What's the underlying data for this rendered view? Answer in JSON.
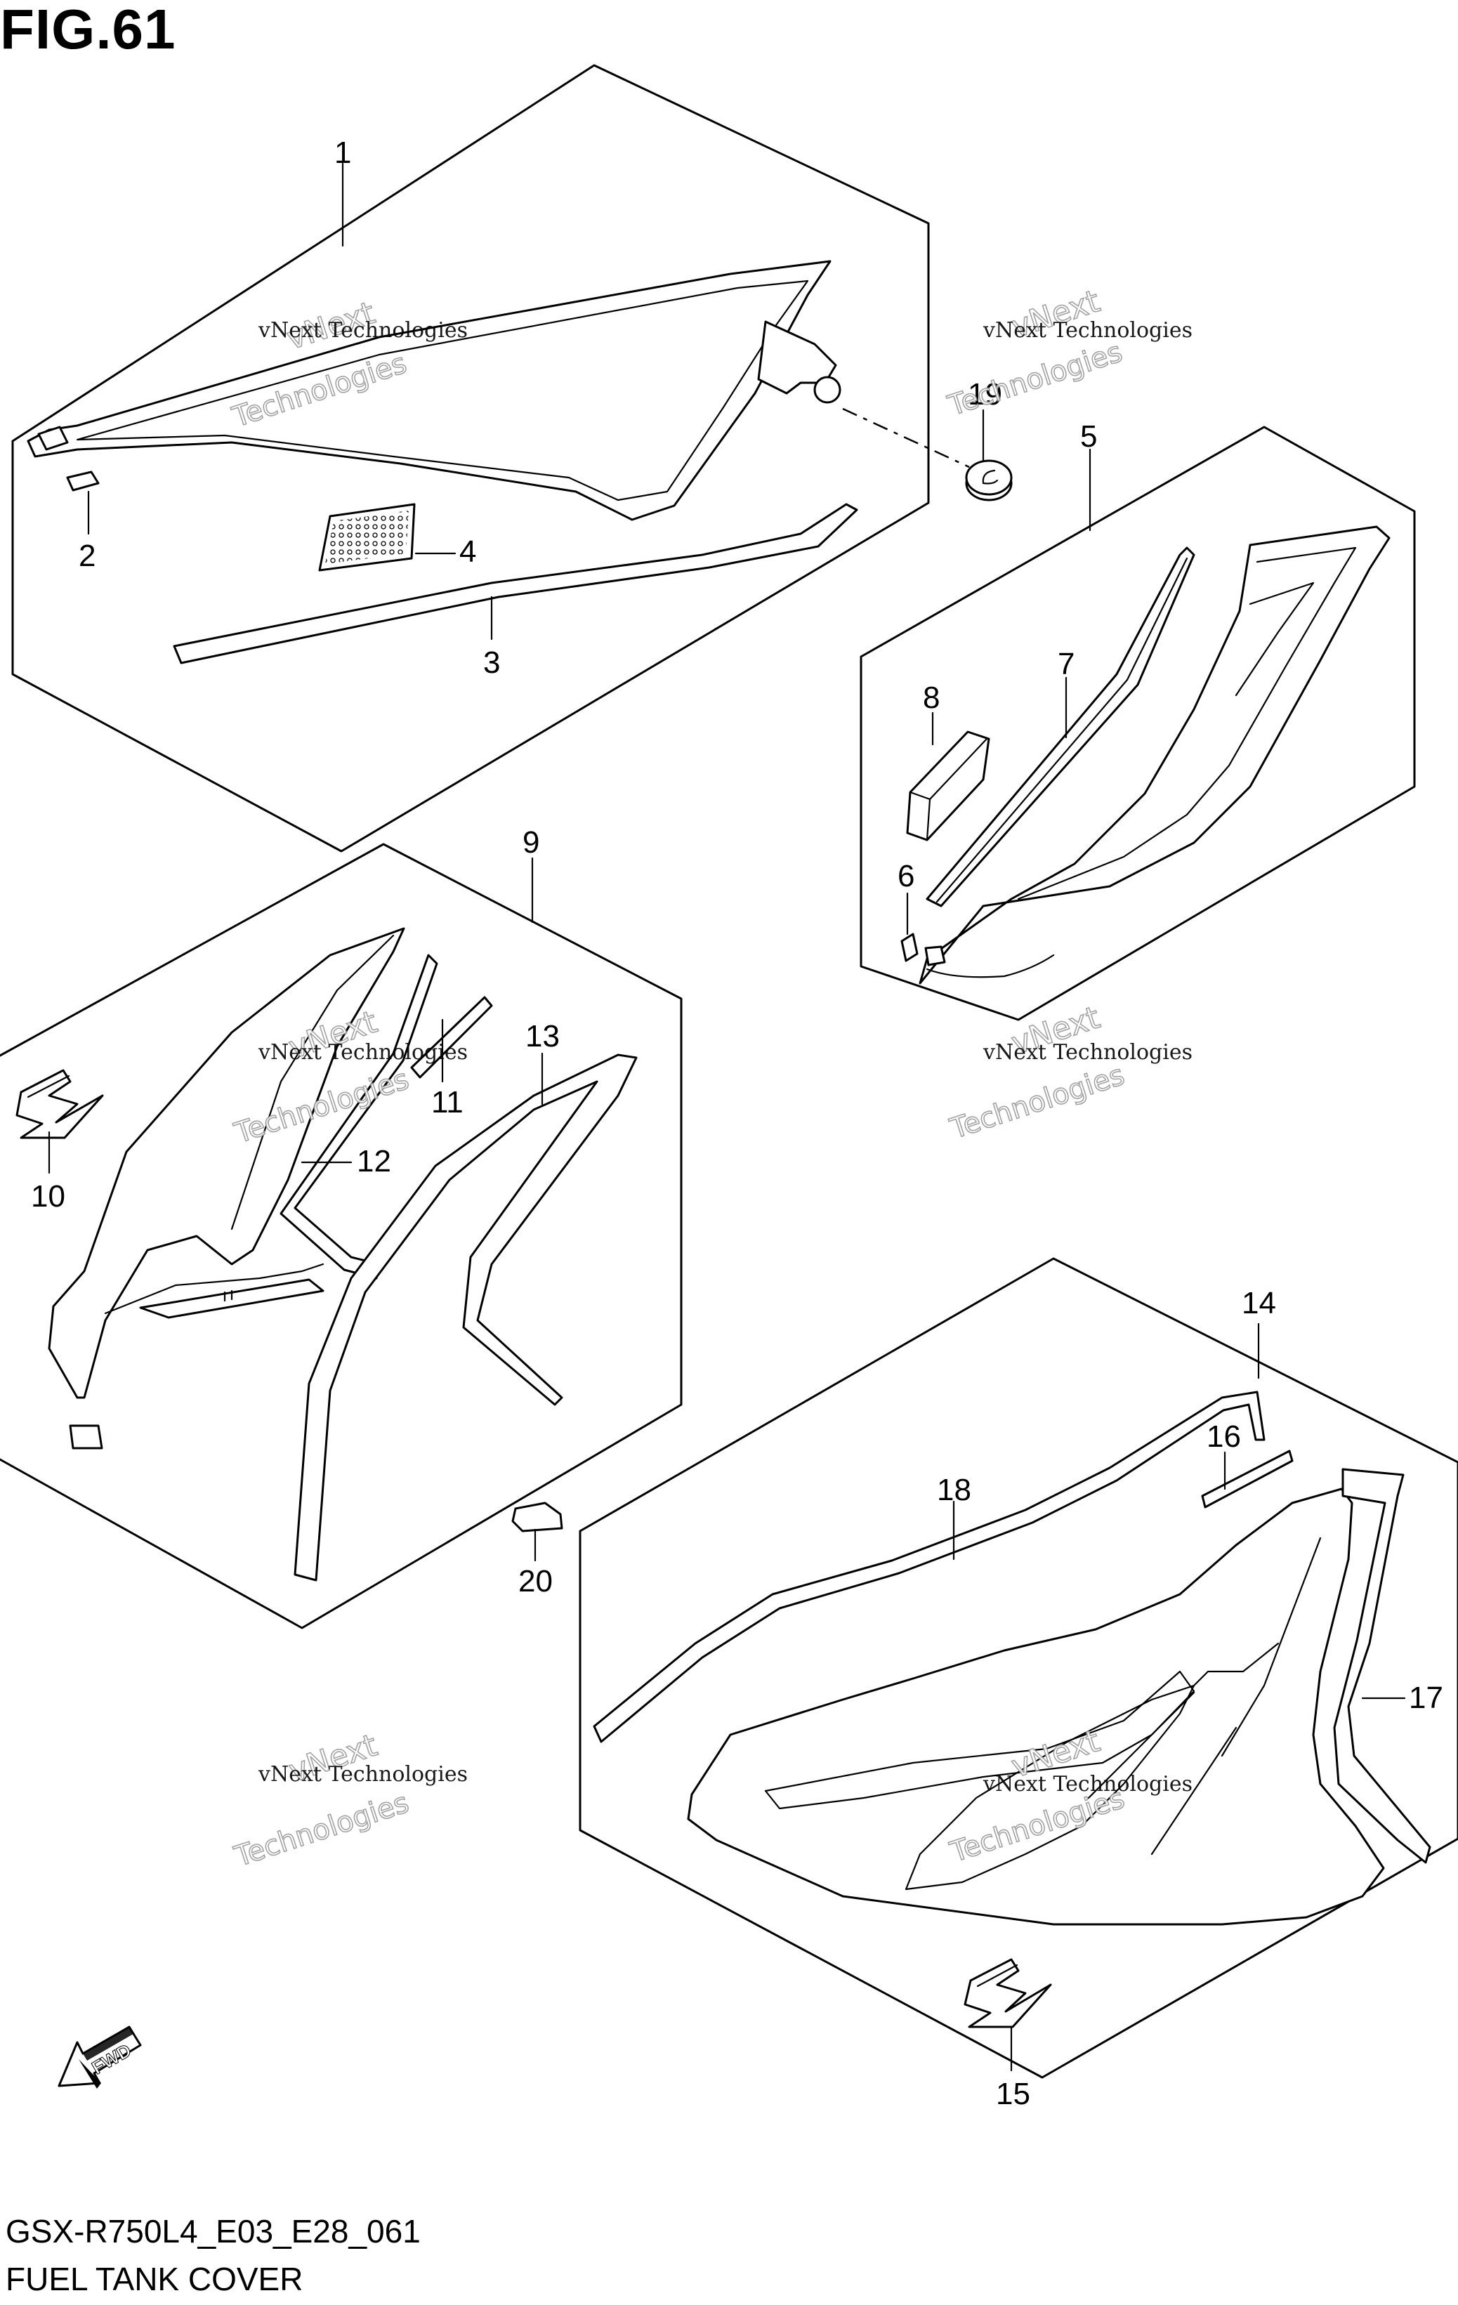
{
  "figure": {
    "title": "FIG.61",
    "model_code": "GSX-R750L4_E03_E28_061",
    "name": "FUEL TANK COVER"
  },
  "callouts": {
    "c1": "1",
    "c2": "2",
    "c3": "3",
    "c4": "4",
    "c5": "5",
    "c6": "6",
    "c7": "7",
    "c8": "8",
    "c9": "9",
    "c10": "10",
    "c11": "11",
    "c12": "12",
    "c13": "13",
    "c14": "14",
    "c15": "15",
    "c16": "16",
    "c17": "17",
    "c18": "18",
    "c19": "19",
    "c20": "20"
  },
  "watermark": {
    "line1": "vNext Technologies",
    "line2": "vNext",
    "line3": "Technologies"
  },
  "fwd_label": "FWD"
}
